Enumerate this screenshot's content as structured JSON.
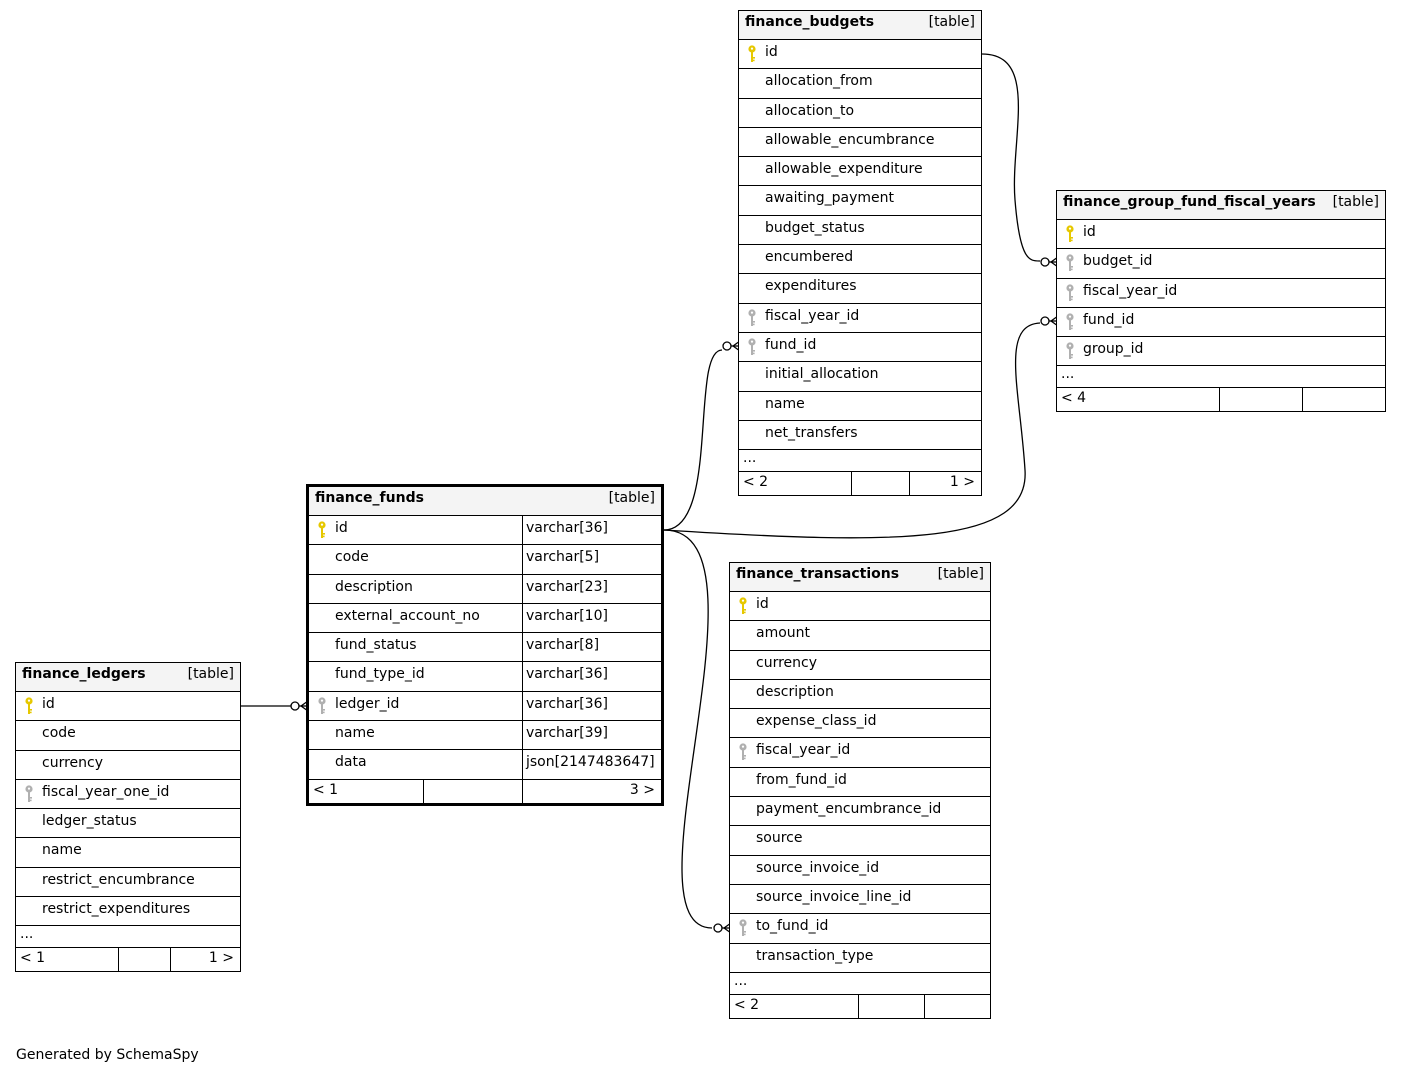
{
  "tables": {
    "finance_budgets": {
      "name": "finance_budgets",
      "type": "[table]",
      "columns": [
        {
          "name": "id",
          "key": "pk"
        },
        {
          "name": "allocation_from",
          "key": ""
        },
        {
          "name": "allocation_to",
          "key": ""
        },
        {
          "name": "allowable_encumbrance",
          "key": ""
        },
        {
          "name": "allowable_expenditure",
          "key": ""
        },
        {
          "name": "awaiting_payment",
          "key": ""
        },
        {
          "name": "budget_status",
          "key": ""
        },
        {
          "name": "encumbered",
          "key": ""
        },
        {
          "name": "expenditures",
          "key": ""
        },
        {
          "name": "fiscal_year_id",
          "key": "fk"
        },
        {
          "name": "fund_id",
          "key": "fk"
        },
        {
          "name": "initial_allocation",
          "key": ""
        },
        {
          "name": "name",
          "key": ""
        },
        {
          "name": "net_transfers",
          "key": ""
        }
      ],
      "ellipsis": "...",
      "footer": {
        "left": "< 2",
        "right": "1 >"
      }
    },
    "finance_group_fund_fiscal_years": {
      "name": "finance_group_fund_fiscal_years",
      "type": "[table]",
      "columns": [
        {
          "name": "id",
          "key": "pk"
        },
        {
          "name": "budget_id",
          "key": "fk"
        },
        {
          "name": "fiscal_year_id",
          "key": "fk"
        },
        {
          "name": "fund_id",
          "key": "fk"
        },
        {
          "name": "group_id",
          "key": "fk"
        }
      ],
      "ellipsis": "...",
      "footer": {
        "left": "< 4",
        "right": ""
      }
    },
    "finance_funds": {
      "name": "finance_funds",
      "type": "[table]",
      "columns": [
        {
          "name": "id",
          "key": "pk",
          "type": "varchar[36]"
        },
        {
          "name": "code",
          "key": "",
          "type": "varchar[5]"
        },
        {
          "name": "description",
          "key": "",
          "type": "varchar[23]"
        },
        {
          "name": "external_account_no",
          "key": "",
          "type": "varchar[10]"
        },
        {
          "name": "fund_status",
          "key": "",
          "type": "varchar[8]"
        },
        {
          "name": "fund_type_id",
          "key": "",
          "type": "varchar[36]"
        },
        {
          "name": "ledger_id",
          "key": "fk",
          "type": "varchar[36]"
        },
        {
          "name": "name",
          "key": "",
          "type": "varchar[39]"
        },
        {
          "name": "data",
          "key": "",
          "type": "json[2147483647]"
        }
      ],
      "footer": {
        "left": "< 1",
        "right": "3 >"
      }
    },
    "finance_transactions": {
      "name": "finance_transactions",
      "type": "[table]",
      "columns": [
        {
          "name": "id",
          "key": "pk"
        },
        {
          "name": "amount",
          "key": ""
        },
        {
          "name": "currency",
          "key": ""
        },
        {
          "name": "description",
          "key": ""
        },
        {
          "name": "expense_class_id",
          "key": ""
        },
        {
          "name": "fiscal_year_id",
          "key": "fk"
        },
        {
          "name": "from_fund_id",
          "key": ""
        },
        {
          "name": "payment_encumbrance_id",
          "key": ""
        },
        {
          "name": "source",
          "key": ""
        },
        {
          "name": "source_invoice_id",
          "key": ""
        },
        {
          "name": "source_invoice_line_id",
          "key": ""
        },
        {
          "name": "to_fund_id",
          "key": "fk"
        },
        {
          "name": "transaction_type",
          "key": ""
        }
      ],
      "ellipsis": "...",
      "footer": {
        "left": "< 2",
        "right": ""
      }
    },
    "finance_ledgers": {
      "name": "finance_ledgers",
      "type": "[table]",
      "columns": [
        {
          "name": "id",
          "key": "pk"
        },
        {
          "name": "code",
          "key": ""
        },
        {
          "name": "currency",
          "key": ""
        },
        {
          "name": "fiscal_year_one_id",
          "key": "fk"
        },
        {
          "name": "ledger_status",
          "key": ""
        },
        {
          "name": "name",
          "key": ""
        },
        {
          "name": "restrict_encumbrance",
          "key": ""
        },
        {
          "name": "restrict_expenditures",
          "key": ""
        }
      ],
      "ellipsis": "...",
      "footer": {
        "left": "< 1",
        "right": "1 >"
      }
    }
  },
  "colors": {
    "pk_key": "#e6c800",
    "fk_key": "#b0b0b0",
    "header_bg": "#f4f4f4"
  },
  "credit": "Generated by SchemaSpy"
}
